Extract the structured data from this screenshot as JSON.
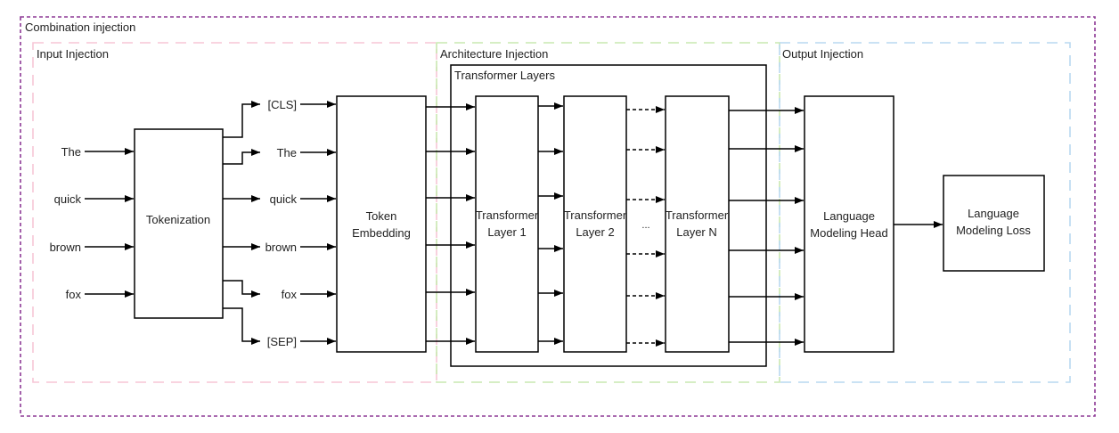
{
  "groups": {
    "combination": {
      "label": "Combination injection",
      "color": "#8e3a96"
    },
    "input": {
      "label": "Input Injection",
      "color": "#f7c6d6"
    },
    "architecture": {
      "label": "Architecture Injection",
      "color": "#c9e8b0"
    },
    "output": {
      "label": "Output Injection",
      "color": "#b9d9f0"
    },
    "transformer_layers": {
      "label": "Transformer Layers"
    }
  },
  "inputs": [
    "The",
    "quick",
    "brown",
    "fox"
  ],
  "tokens": [
    "[CLS]",
    "The",
    "quick",
    "brown",
    "fox",
    "[SEP]"
  ],
  "blocks": {
    "tokenization": [
      "Tokenization"
    ],
    "token_embedding": [
      "Token",
      "Embedding"
    ],
    "layer1": [
      "Transformer",
      "Layer 1"
    ],
    "layer2": [
      "Transformer",
      "Layer 2"
    ],
    "ellipsis": "...",
    "layerN": [
      "Transformer",
      "Layer N"
    ],
    "lm_head": [
      "Language",
      "Modeling Head"
    ],
    "lm_loss": [
      "Language",
      "Modeling Loss"
    ]
  }
}
